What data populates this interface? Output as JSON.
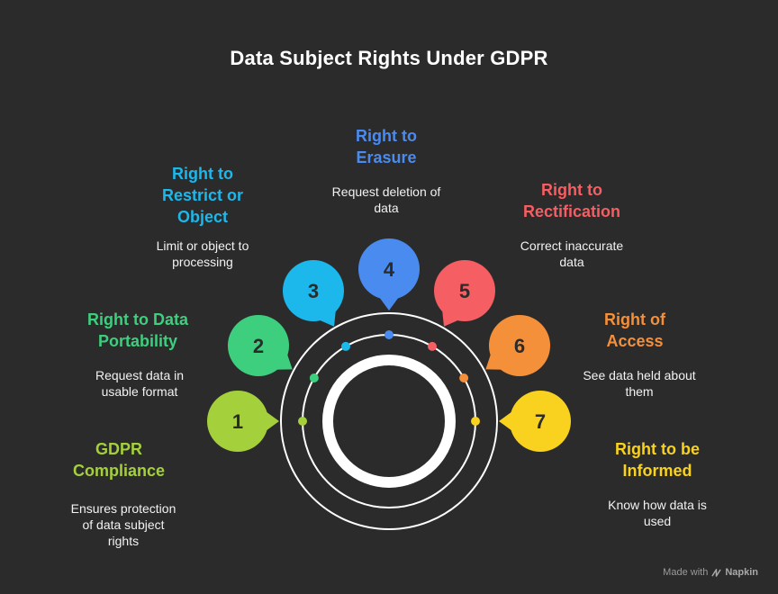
{
  "title": "Data Subject Rights Under GDPR",
  "steps": [
    {
      "number": "1",
      "heading": "GDPR\nCompliance",
      "description": "Ensures protection\nof data subject\nrights",
      "color": "#a4d03c"
    },
    {
      "number": "2",
      "heading": "Right to Data\nPortability",
      "description": "Request data in\nusable format",
      "color": "#3ecf7e"
    },
    {
      "number": "3",
      "heading": "Right to\nRestrict or\nObject",
      "description": "Limit or object to\nprocessing",
      "color": "#1cb8ec"
    },
    {
      "number": "4",
      "heading": "Right to\nErasure",
      "description": "Request deletion of\ndata",
      "color": "#4a8bf0"
    },
    {
      "number": "5",
      "heading": "Right to\nRectification",
      "description": "Correct inaccurate\ndata",
      "color": "#f55e63"
    },
    {
      "number": "6",
      "heading": "Right of\nAccess",
      "description": "See data held about\nthem",
      "color": "#f5903a"
    },
    {
      "number": "7",
      "heading": "Right to be\nInformed",
      "description": "Know how data is\nused",
      "color": "#f8d21e"
    }
  ],
  "footer": {
    "made_with": "Made with",
    "brand": "Napkin"
  }
}
